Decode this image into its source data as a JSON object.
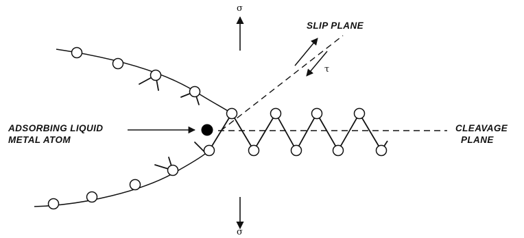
{
  "labels": {
    "slip_plane": "SLIP PLANE",
    "tau": "τ",
    "sigma_top": "σ",
    "sigma_bottom": "σ",
    "adsorbing_line1": "ADSORBING LIQUID",
    "adsorbing_line2": "METAL ATOM",
    "cleavage_line1": "CLEAVAGE",
    "cleavage_line2": "PLANE"
  },
  "colors": {
    "ink": "#111111",
    "atom_fill": "#ffffff",
    "adsorbed_atom_fill": "#000000"
  }
}
